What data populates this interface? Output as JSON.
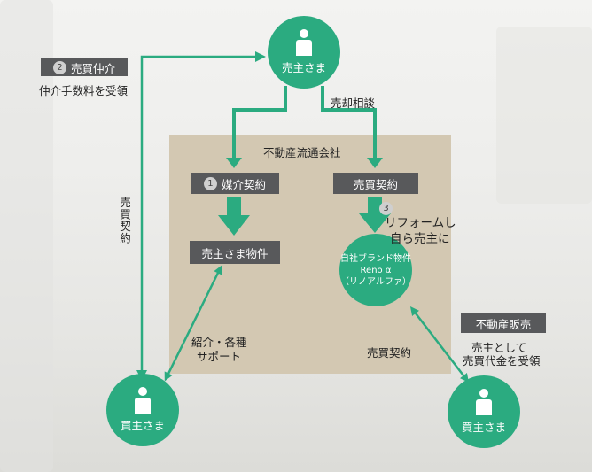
{
  "nodes": {
    "seller_top": "売主さま",
    "buyer_left": "買主さま",
    "buyer_right": "買主さま",
    "company": "不動産流通会社",
    "brokerage_num": "1",
    "brokerage": "媒介契約",
    "sale_contract": "売買契約",
    "seller_property": "売主さま物件",
    "reno_name_1": "自社ブランド物件",
    "reno_name_2": "Reno α",
    "reno_name_3": "（リノアルファ）",
    "step3_num": "3",
    "reform_1": "リフォームし",
    "reform_2": "自ら売主に",
    "broker_tag_num": "2",
    "broker_tag": "売買仲介",
    "broker_fee": "仲介手数料を受領",
    "sales_tag": "不動産販売",
    "sales_desc_1": "売主として",
    "sales_desc_2": "売買代金を受領"
  },
  "edge_labels": {
    "consult": "売却相談",
    "left_contract": "売買契約",
    "intro_1": "紹介・各種",
    "intro_2": "サポート",
    "right_contract": "売買契約"
  },
  "colors": {
    "green": "#2bab80",
    "dark": "#58595b",
    "panel": "#d3c8b2"
  }
}
